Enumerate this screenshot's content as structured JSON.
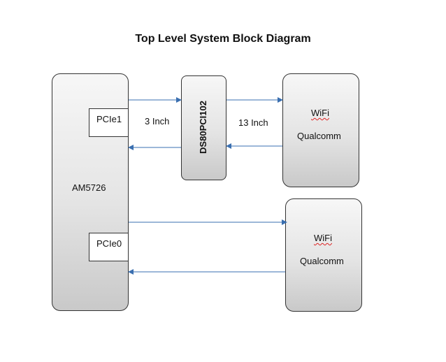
{
  "title": "Top Level System Block Diagram",
  "blocks": {
    "soc": {
      "label": "AM5726"
    },
    "redriver": {
      "label": "DS80PCI102"
    },
    "wifi_top": {
      "line1": "WiFi",
      "line2": "Qualcomm"
    },
    "wifi_bottom": {
      "line1": "WiFi",
      "line2": "Qualcomm"
    }
  },
  "ports": {
    "pcie1": "PCIe1",
    "pcie0": "PCIe0"
  },
  "links": {
    "soc_to_redriver": "3 Inch",
    "redriver_to_wifi": "13 Inch"
  },
  "colors": {
    "arrow": "#3a6fb0",
    "border": "#333333"
  }
}
